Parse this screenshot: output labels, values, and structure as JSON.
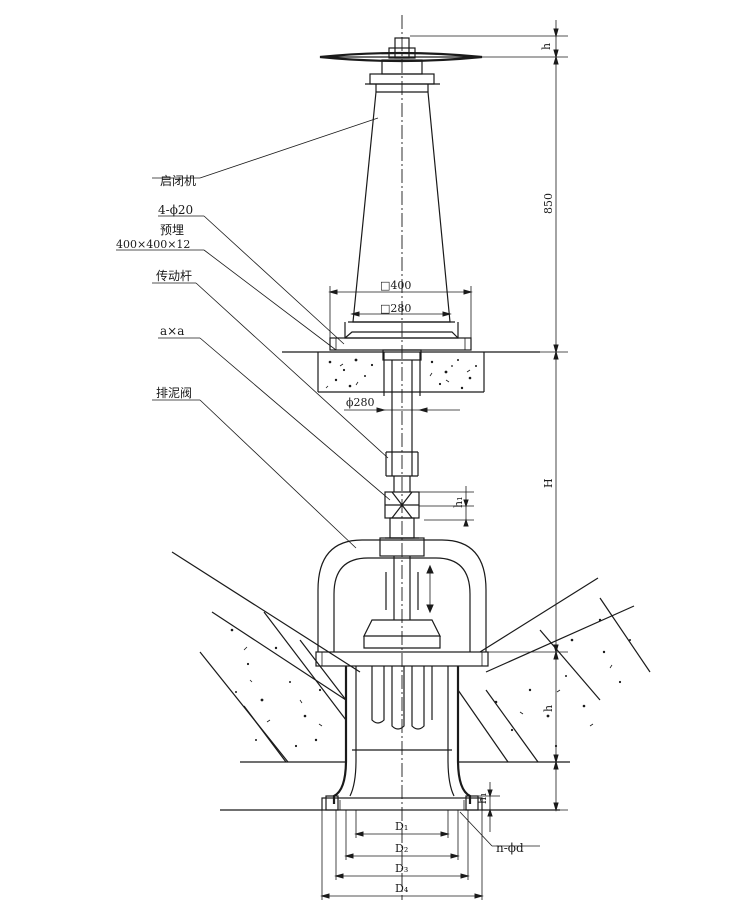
{
  "labels": {
    "opener": "启闭机",
    "bolts": "4-ϕ20",
    "embedded": "预埋",
    "plate": "400×400×12",
    "drive_rod": "传动杆",
    "section": "a×a",
    "mud_valve": "排泥阀",
    "holes": "n-ϕd"
  },
  "dimensions": {
    "square_400": "□400",
    "square_280": "□280",
    "dia_280": "ϕ280",
    "h_top": "h",
    "height_850": "850",
    "H": "H",
    "h1_upper": "h₁",
    "h_lower": "h",
    "h1_lower": "h₁",
    "D1": "D₁",
    "D2": "D₂",
    "D3": "D₃",
    "D4": "D₄"
  }
}
